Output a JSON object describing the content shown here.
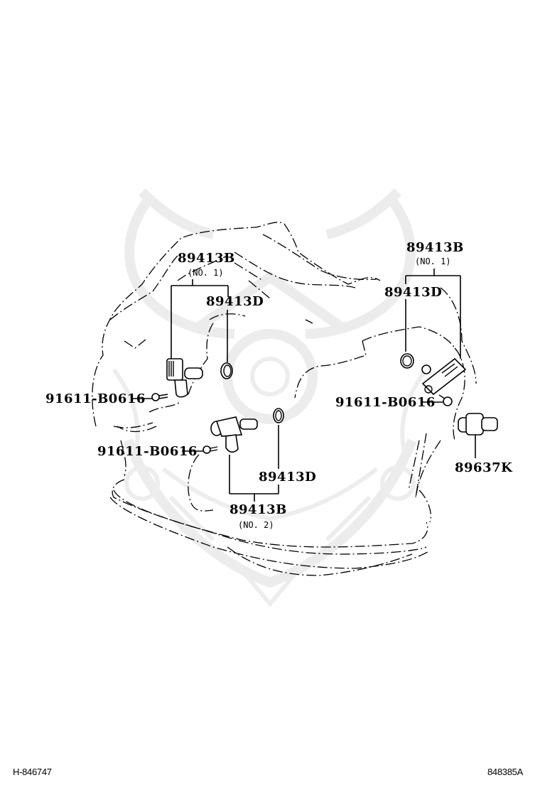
{
  "diagram": {
    "type": "exploded-parts-diagram",
    "colors": {
      "line": "#000000",
      "background": "#ffffff",
      "watermark": "#ececec"
    },
    "callouts": [
      {
        "id": "left-sensor-no1",
        "part": "89413B",
        "note": "(NO. 1)"
      },
      {
        "id": "left-oring",
        "part": "89413D"
      },
      {
        "id": "left-bolt",
        "part": "91611-B0616"
      },
      {
        "id": "center-bolt",
        "part": "91611-B0616"
      },
      {
        "id": "center-oring",
        "part": "89413D"
      },
      {
        "id": "center-sensor-no2",
        "part": "89413B",
        "note": "(NO. 2)"
      },
      {
        "id": "right-sensor-no1",
        "part": "89413B",
        "note": "(NO. 1)"
      },
      {
        "id": "right-oring",
        "part": "89413D"
      },
      {
        "id": "right-bolt",
        "part": "91611-B0616"
      },
      {
        "id": "speed-sensor",
        "part": "89637K"
      }
    ],
    "footer": {
      "left_code": "H-846747",
      "right_code": "848385A"
    }
  }
}
